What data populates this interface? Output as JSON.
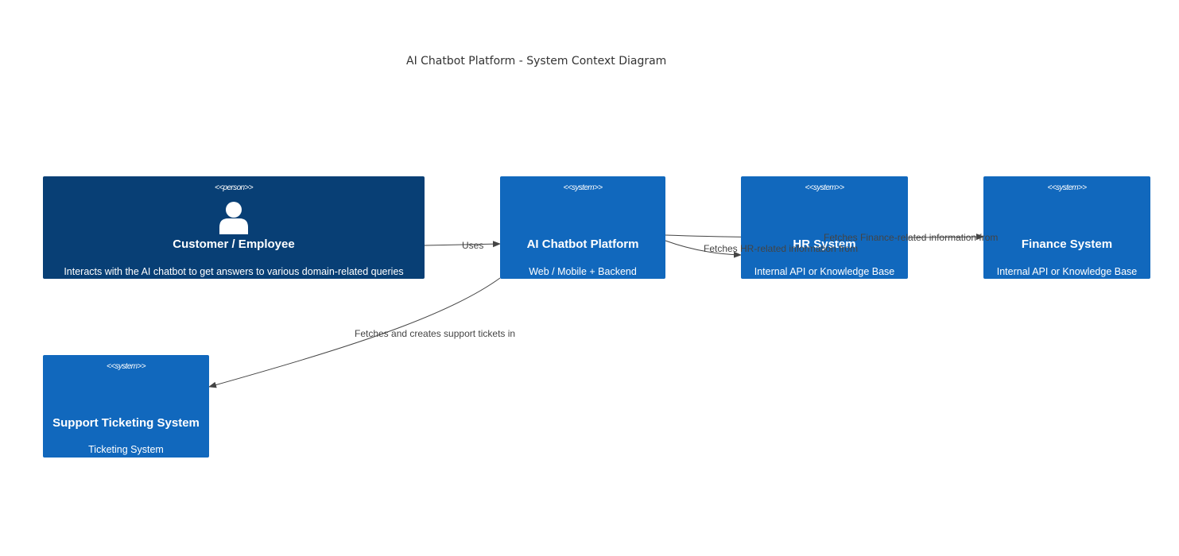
{
  "diagram": {
    "title": "AI Chatbot Platform - System Context Diagram",
    "colors": {
      "person": "#083F75",
      "system": "#1168BD",
      "edge": "#444444"
    },
    "nodes": {
      "customer": {
        "stereotype": "<<person>>",
        "name": "Customer / Employee",
        "description": "Interacts with the AI chatbot to get answers to various domain-related queries",
        "icon": "person-icon"
      },
      "chatbot": {
        "stereotype": "<<system>>",
        "name": "AI Chatbot Platform",
        "description": "Web / Mobile + Backend"
      },
      "hr": {
        "stereotype": "<<system>>",
        "name": "HR System",
        "description": "Internal API or Knowledge Base"
      },
      "finance": {
        "stereotype": "<<system>>",
        "name": "Finance System",
        "description": "Internal API or Knowledge Base"
      },
      "ticketing": {
        "stereotype": "<<system>>",
        "name": "Support Ticketing System",
        "description": "Ticketing System"
      }
    },
    "edges": {
      "uses": {
        "from": "Customer / Employee",
        "to": "AI Chatbot Platform",
        "label": "Uses"
      },
      "hr": {
        "from": "AI Chatbot Platform",
        "to": "HR System",
        "label": "Fetches HR-related information from"
      },
      "finance": {
        "from": "AI Chatbot Platform",
        "to": "Finance System",
        "label": "Fetches Finance-related information from"
      },
      "tickets": {
        "from": "AI Chatbot Platform",
        "to": "Support Ticketing System",
        "label": "Fetches and creates support tickets in"
      }
    }
  }
}
